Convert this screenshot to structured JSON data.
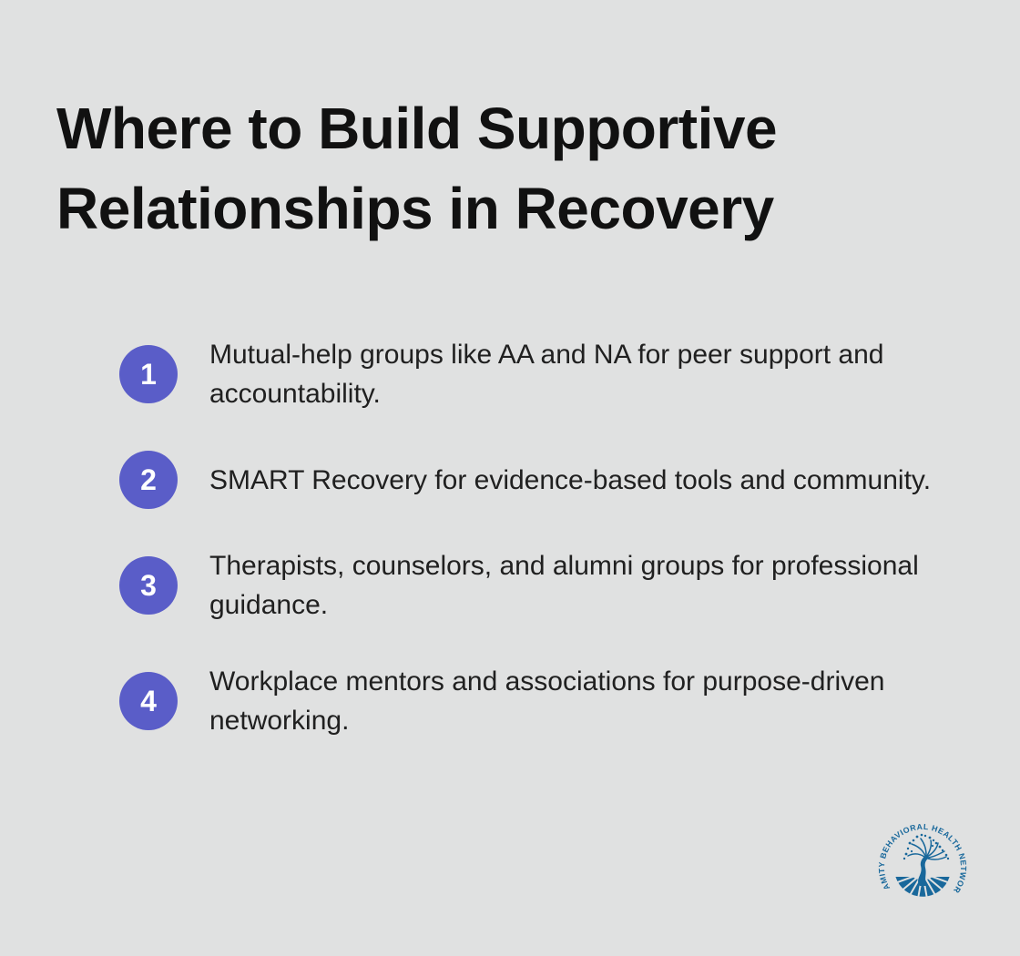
{
  "title": {
    "text": "Where to Build Supportive Relationships in Recovery",
    "lines": [
      "Where to Build Supportive",
      "Relationships in Recovery"
    ]
  },
  "items": [
    {
      "number": "1",
      "text": "Mutual-help groups like AA and NA for peer support and accountability."
    },
    {
      "number": "2",
      "text": "SMART Recovery for evidence-based tools and community."
    },
    {
      "number": "3",
      "text": "Therapists, counselors, and alumni groups for professional guidance."
    },
    {
      "number": "4",
      "text": "Workplace mentors and associations for purpose-driven networking."
    }
  ],
  "logo": {
    "text": "AMITY BEHAVIORAL HEALTH NETWORK",
    "icon": "tree-of-life-icon"
  },
  "colors": {
    "background": "#e0e1e1",
    "badge": "#5a5dc8",
    "badge_text": "#ffffff",
    "title_text": "#111111",
    "body_text": "#202020",
    "logo_blue": "#19689b"
  }
}
